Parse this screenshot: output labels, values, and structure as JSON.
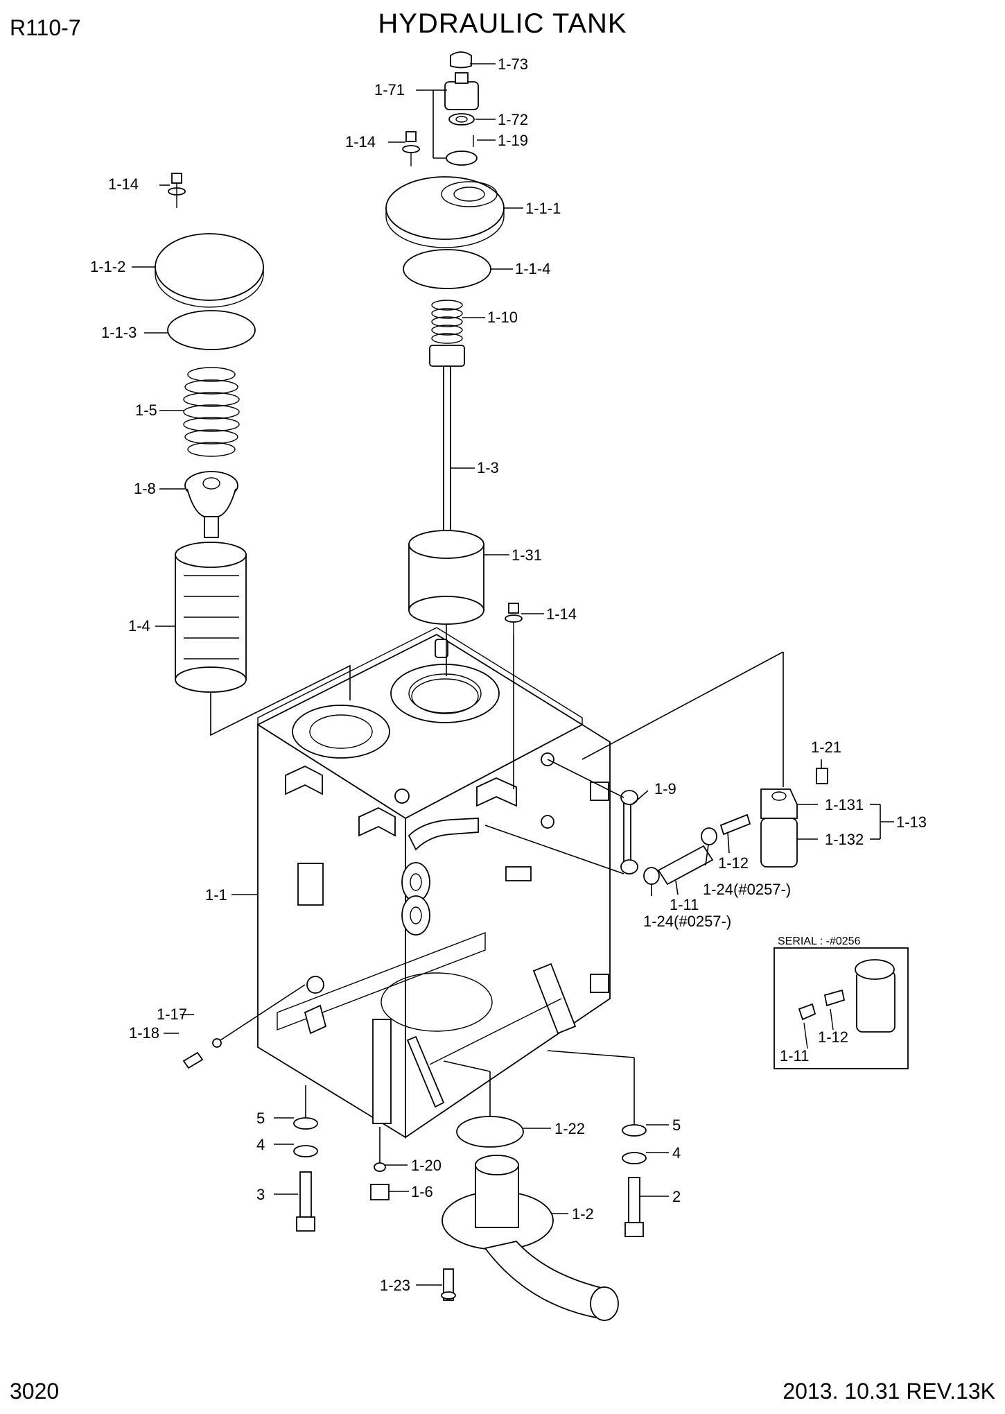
{
  "header": {
    "model": "R110-7",
    "title": "HYDRAULIC TANK"
  },
  "footer": {
    "page_number": "3020",
    "revision": "2013. 10.31  REV.13K"
  },
  "callouts": {
    "c_1_73": "1-73",
    "c_1_71": "1-71",
    "c_1_72": "1-72",
    "c_1_14a": "1-14",
    "c_1_19": "1-19",
    "c_1_14b": "1-14",
    "c_1_1_1": "1-1-1",
    "c_1_1_2": "1-1-2",
    "c_1_1_4": "1-1-4",
    "c_1_10": "1-10",
    "c_1_1_3": "1-1-3",
    "c_1_5": "1-5",
    "c_1_3": "1-3",
    "c_1_8": "1-8",
    "c_1_31": "1-31",
    "c_1_14c": "1-14",
    "c_1_4": "1-4",
    "c_1_21": "1-21",
    "c_1_9": "1-9",
    "c_1_131": "1-131",
    "c_1_13": "1-13",
    "c_1_132": "1-132",
    "c_1_12": "1-12",
    "c_1_24a": "1-24(#0257-)",
    "c_1_11": "1-11",
    "c_1_24b": "1-24(#0257-)",
    "c_1_1": "1-1",
    "c_1_17": "1-17",
    "c_1_18": "1-18",
    "c_5a": "5",
    "c_4a": "4",
    "c_3": "3",
    "c_1_20": "1-20",
    "c_1_6": "1-6",
    "c_1_22": "1-22",
    "c_5b": "5",
    "c_4b": "4",
    "c_2": "2",
    "c_1_2": "1-2",
    "c_1_23": "1-23"
  },
  "inset": {
    "title": "SERIAL : -#0256",
    "c_1_12": "1-12",
    "c_1_11": "1-11"
  }
}
